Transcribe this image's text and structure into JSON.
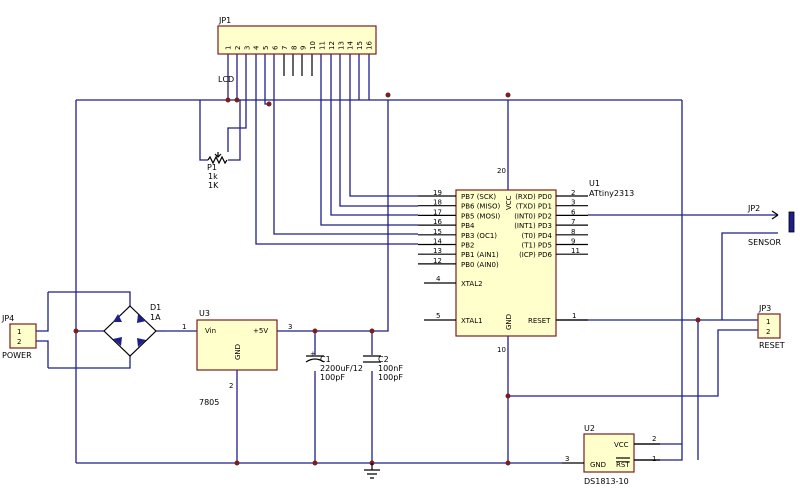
{
  "jp1": {
    "ref": "JP1",
    "net": "LCD",
    "pins": [
      "1",
      "2",
      "3",
      "4",
      "5",
      "6",
      "7",
      "8",
      "9",
      "10",
      "11",
      "12",
      "13",
      "14",
      "15",
      "16"
    ]
  },
  "p1": {
    "ref": "P1",
    "value": "1k",
    "value2": "1K"
  },
  "u1": {
    "ref": "U1",
    "part": "ATtiny2313",
    "left_pins": [
      {
        "num": "19",
        "label": "PB7 (SCK)"
      },
      {
        "num": "18",
        "label": "PB6 (MISO)"
      },
      {
        "num": "17",
        "label": "PB5 (MOSI)"
      },
      {
        "num": "16",
        "label": "PB4"
      },
      {
        "num": "15",
        "label": "PB3 (OC1)"
      },
      {
        "num": "14",
        "label": "PB2"
      },
      {
        "num": "13",
        "label": "PB1 (AIN1)"
      },
      {
        "num": "12",
        "label": "PB0 (AIN0)"
      }
    ],
    "right_pins": [
      {
        "num": "2",
        "label": "(RXD) PD0"
      },
      {
        "num": "3",
        "label": "(TXD) PD1"
      },
      {
        "num": "6",
        "label": "(INT0) PD2"
      },
      {
        "num": "7",
        "label": "(INT1) PD3"
      },
      {
        "num": "8",
        "label": "(T0) PD4"
      },
      {
        "num": "9",
        "label": "(T1) PD5"
      },
      {
        "num": "11",
        "label": "(ICP) PD6"
      }
    ],
    "xtal2": {
      "num": "4",
      "label": "XTAL2"
    },
    "xtal1": {
      "num": "5",
      "label": "XTAL1"
    },
    "reset": {
      "num": "1",
      "label": "RESET"
    },
    "vcc": {
      "num": "20",
      "label": "VCC"
    },
    "gnd": {
      "num": "10",
      "label": "GND"
    }
  },
  "jp2": {
    "ref": "JP2",
    "name": "SENSOR"
  },
  "jp3": {
    "ref": "JP3",
    "name": "RESET",
    "pins": [
      "1",
      "2"
    ]
  },
  "jp4": {
    "ref": "JP4",
    "name": "POWER",
    "pins": [
      "1",
      "2"
    ]
  },
  "d1": {
    "ref": "D1",
    "value": "1A"
  },
  "u3": {
    "ref": "U3",
    "part": "7805",
    "vin": "Vin",
    "vout": "+5V",
    "gnd": "GND",
    "pin_in": "1",
    "pin_out": "3",
    "pin_gnd": "2"
  },
  "c1": {
    "ref": "C1",
    "value": "2200uF/12",
    "value2": "100pF"
  },
  "c2": {
    "ref": "C2",
    "value": "100nF",
    "value2": "100pF"
  },
  "u2": {
    "ref": "U2",
    "part": "DS1813-10",
    "vcc": "VCC",
    "gnd": "GND",
    "rst": "RST",
    "pin_vcc": "2",
    "pin_gnd": "3",
    "pin_rst": "1"
  },
  "colors": {
    "wire": "#1f1f8c",
    "body_fill": "#ffffcc",
    "body_outline": "#7a1f1f"
  }
}
